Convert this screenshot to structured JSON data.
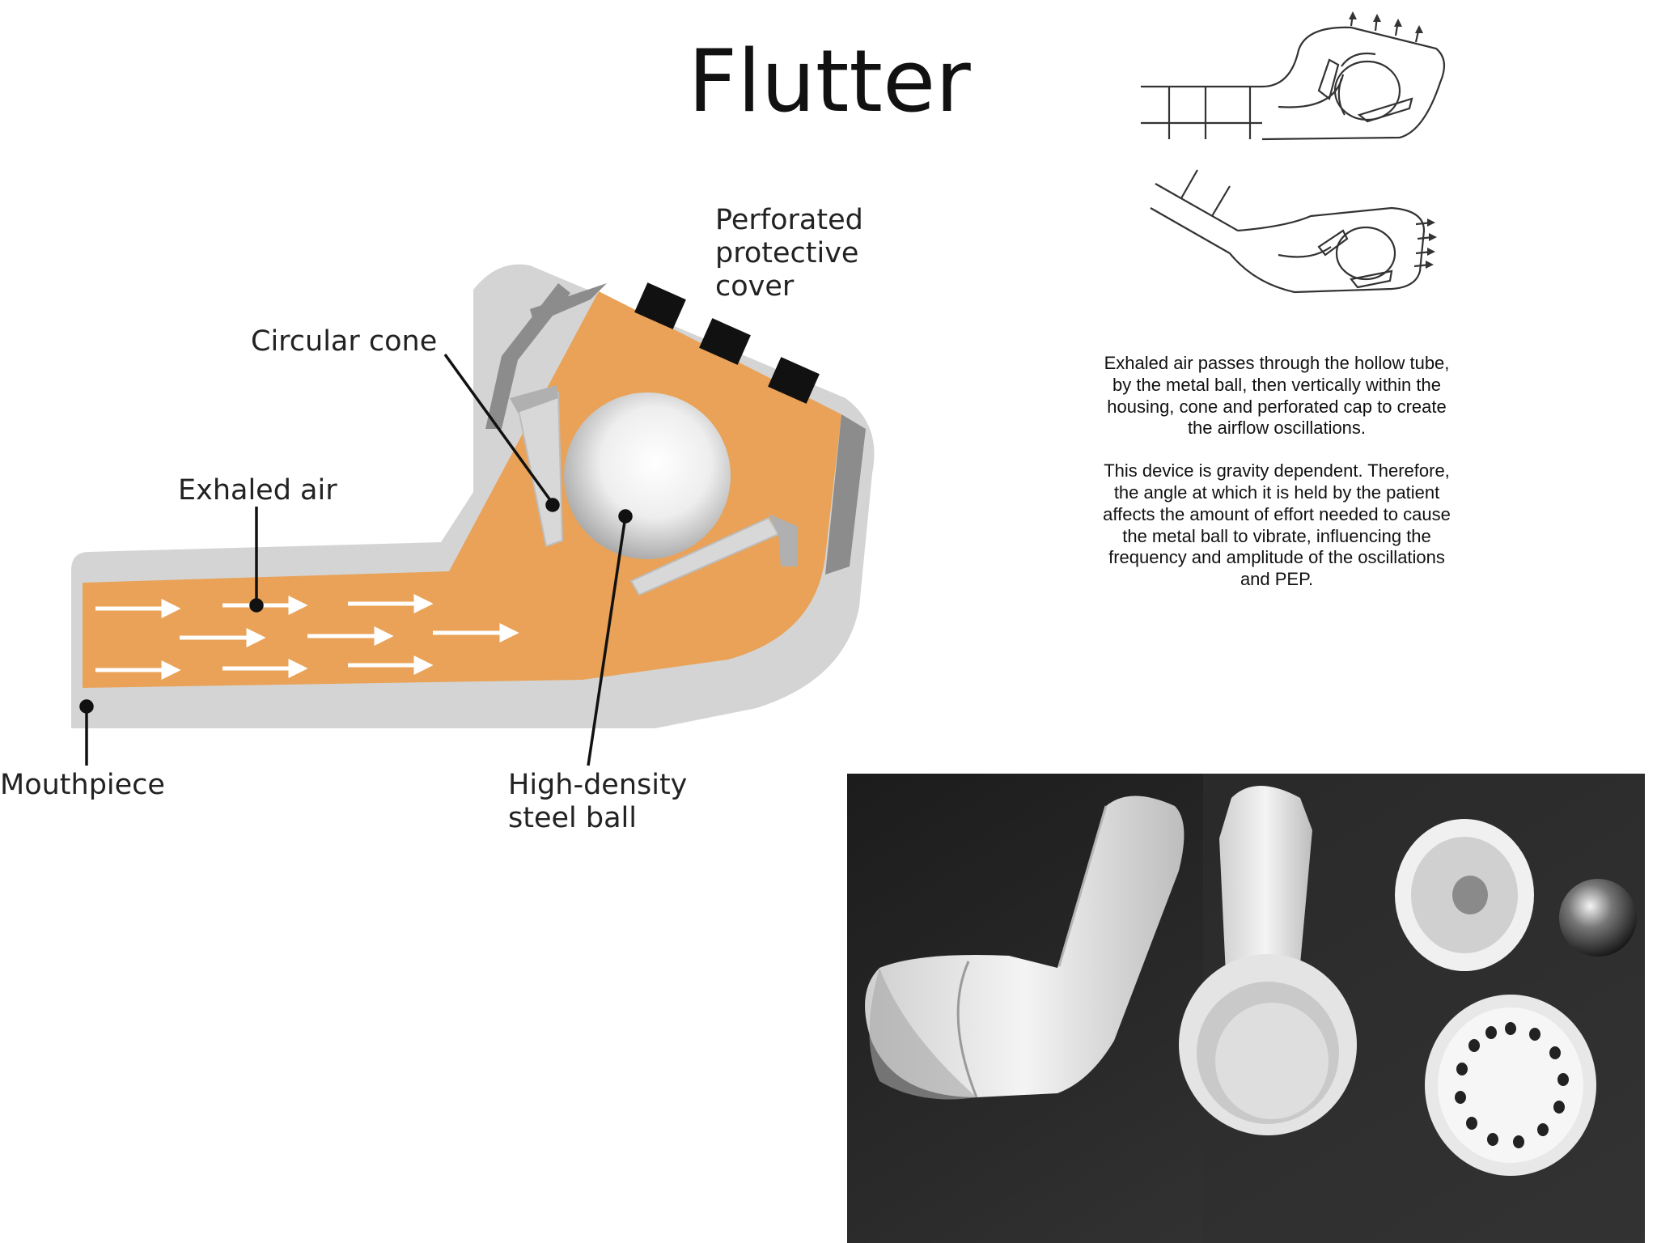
{
  "title": "Flutter",
  "diagram": {
    "labels": {
      "perforated_cover": [
        "Perforated",
        "protective",
        "cover"
      ],
      "circular_cone": "Circular cone",
      "exhaled_air": "Exhaled air",
      "mouthpiece": "Mouthpiece",
      "steel_ball": [
        "High-density",
        "steel ball"
      ]
    },
    "colors": {
      "airway": "#e9a257",
      "housing": "#d4d4d4",
      "housing_dark": "#8c8c8c",
      "cover_blocks": "#111111",
      "arrows": "#ffffff"
    }
  },
  "description": {
    "paragraph1": "Exhaled air passes through the hollow tube, by the metal ball, then vertically within the housing, cone and perforated cap to create the airflow oscillations.",
    "paragraph2": "This device is gravity dependent. Therefore, the angle at which it is held by the patient affects the amount of effort needed to cause the metal ball to vibrate, influencing the frequency and amplitude of the oscillations and PEP."
  },
  "photo": {
    "background": "#2a2a2a",
    "parts": [
      "assembled-device",
      "device-body",
      "circular-cone",
      "steel-ball",
      "perforated-cap"
    ]
  }
}
